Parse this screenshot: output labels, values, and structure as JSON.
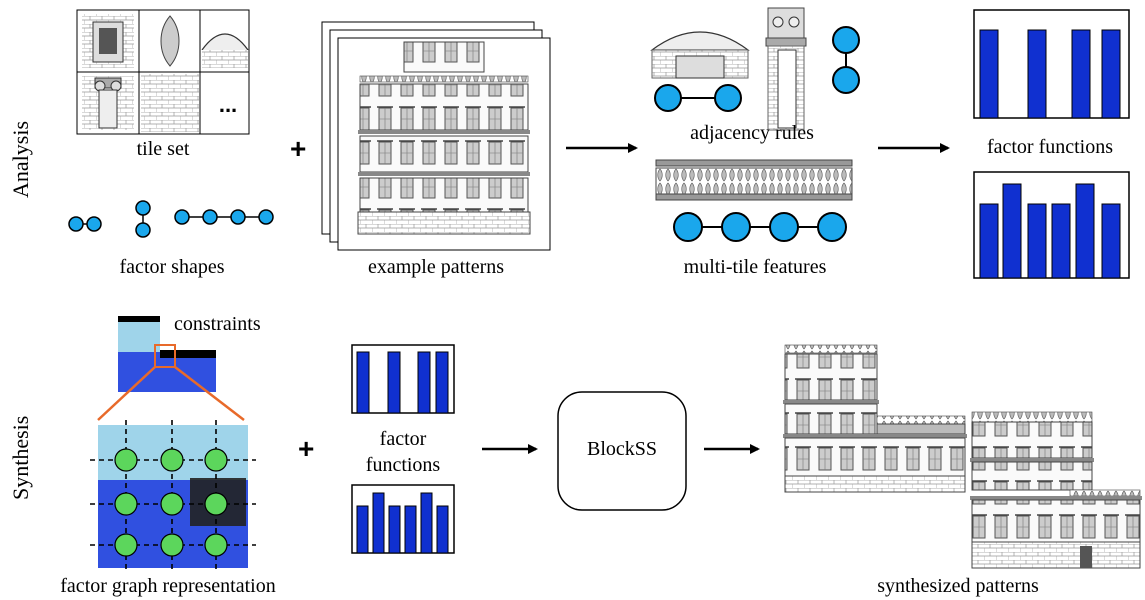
{
  "side_labels": {
    "analysis": "Analysis",
    "synthesis": "Synthesis"
  },
  "analysis": {
    "tile_set": "tile set",
    "tile_ellipsis": "...",
    "factor_shapes": "factor shapes",
    "example_patterns": "example patterns",
    "adjacency_rules": "adjacency rules",
    "multi_tile_features": "multi-tile features",
    "factor_functions": "factor functions",
    "plus": "+"
  },
  "synthesis": {
    "constraints": "constraints",
    "factor_graph_representation": "factor graph representation",
    "factor_functions_line1": "factor",
    "factor_functions_line2": "functions",
    "blockss": "BlockSS",
    "synthesized_patterns": "synthesized patterns",
    "plus": "+"
  },
  "colors": {
    "node_blue": "#1aa7ec",
    "bar_blue": "#1030d0",
    "node_green": "#5cd65c",
    "light_blue": "#9fd4ea",
    "dark_blue": "#3050e0",
    "orange": "#e86a2a"
  }
}
